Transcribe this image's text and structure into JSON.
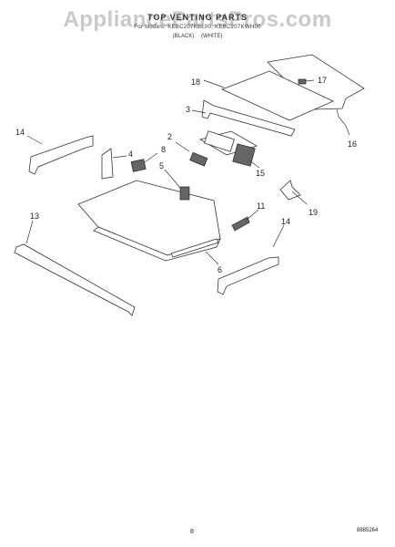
{
  "watermark": "AppliancePartsPros.com",
  "header": {
    "title": "TOP VENTING PARTS",
    "model_line": "For Models: KEBC207KBL00, KEBC207KWH00",
    "color_black": "(BLACK)",
    "color_white": "(WHITE)"
  },
  "callouts": [
    "14",
    "4",
    "8",
    "2",
    "3",
    "18",
    "17",
    "16",
    "15",
    "5",
    "13",
    "11",
    "19",
    "14",
    "6"
  ],
  "footer": {
    "page_number": "8",
    "doc_code": "8885264"
  }
}
